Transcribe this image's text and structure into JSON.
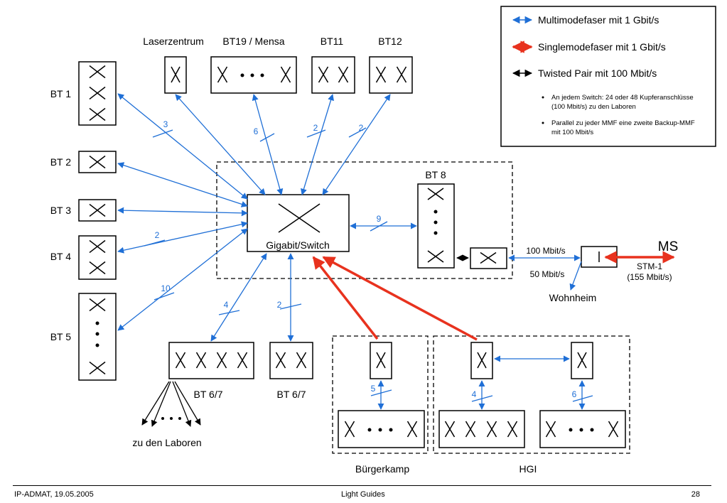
{
  "legend": {
    "multimode": "Multimodefaser mit 1 Gbit/s",
    "singlemode": "Singlemodefaser mit 1 Gbit/s",
    "twisted": "Twisted Pair mit 100 Mbit/s",
    "note1_line1": "An jedem Switch: 24 oder 48 Kupferanschlüsse",
    "note1_line2": "(100 Mbit/s) zu den Laboren",
    "note2_line1": "Parallel zu jeder MMF eine zweite Backup-MMF",
    "note2_line2": "mit 100 Mbit/s"
  },
  "colors": {
    "multimode": "#1f6fd6",
    "singlemode": "#e8321e",
    "twisted": "#000000"
  },
  "buildings": {
    "bt1": "BT 1",
    "bt2": "BT 2",
    "bt3": "BT 3",
    "bt4": "BT 4",
    "bt5": "BT 5",
    "laser": "Laserzentrum",
    "bt19": "BT19 / Mensa",
    "bt11": "BT11",
    "bt12": "BT12",
    "bt8": "BT 8",
    "bt67a": "BT 6/7",
    "bt67b": "BT 6/7",
    "buergerkamp": "Bürgerkamp",
    "hgi": "HGI",
    "wohnheim": "Wohnheim",
    "ms": "MS"
  },
  "core": {
    "label": "Gigabit/Switch"
  },
  "labels": {
    "labs": "zu den Laboren",
    "mbit100": "100 Mbit/s",
    "mbit50": "50 Mbit/s",
    "stm1": "STM-1",
    "stm1_rate": "(155 Mbit/s)"
  },
  "fiber_counts": {
    "bt1": "3",
    "bt19": "6",
    "bt11": "2",
    "bt12": "2",
    "bt4": "2",
    "bt5": "10",
    "bt8": "9",
    "bt67a": "4",
    "bt67b": "2",
    "buergerkamp": "5",
    "hgi_left": "4",
    "hgi_right": "6"
  },
  "footer": {
    "left": "IP-ADMAT, 19.05.2005",
    "center": "Light Guides",
    "right": "28"
  }
}
